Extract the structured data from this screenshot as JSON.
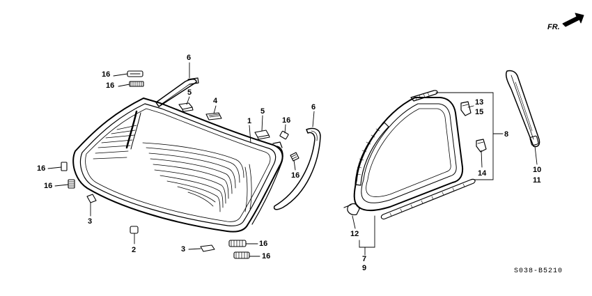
{
  "diagram_code": "S038-B5210",
  "direction_label": "FR.",
  "callouts": {
    "c1": "1",
    "c2": "2",
    "c3a": "3",
    "c3b": "3",
    "c4": "4",
    "c5a": "5",
    "c5b": "5",
    "c6a": "6",
    "c6b": "6",
    "c7": "7",
    "c8": "8",
    "c9": "9",
    "c10": "10",
    "c11": "11",
    "c12": "12",
    "c13": "13",
    "c14": "14",
    "c15": "15",
    "c16a": "16",
    "c16b": "16",
    "c16c": "16",
    "c16d": "16",
    "c16e": "16",
    "c16f": "16",
    "c16g": "16",
    "c16h": "16"
  },
  "colors": {
    "ink": "#000000",
    "paper": "#ffffff"
  }
}
